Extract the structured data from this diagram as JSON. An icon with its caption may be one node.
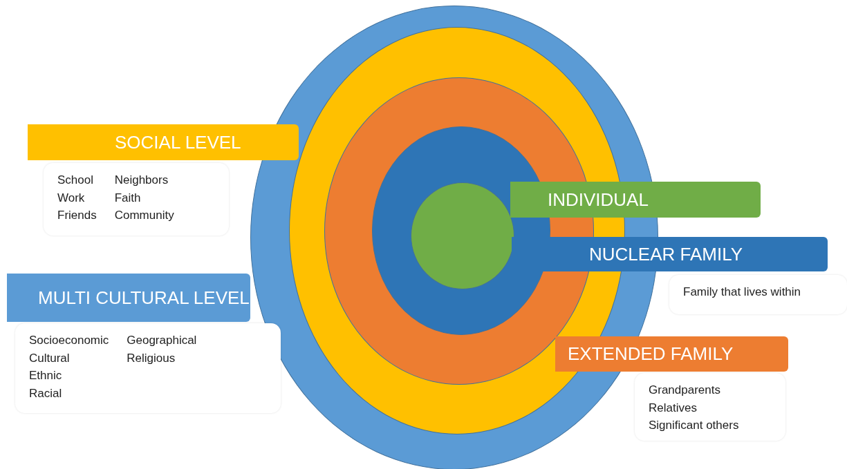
{
  "diagram": {
    "nodes": [
      {
        "text": [],
        "shape": "circle"
      },
      {
        "text": [],
        "shape": "circle",
        "in": 0
      },
      {
        "text": [],
        "shape": "circle",
        "in": 1
      },
      {
        "text": [],
        "shape": "circle",
        "in": 2
      },
      {
        "text": [],
        "shape": "circle",
        "in": 3
      },
      {
        "text": [
          "SOCIAL LEVEL"
        ]
      },
      {
        "text": [
          "School",
          "Work",
          "Friends",
          "Neighbors",
          "Faith",
          "Community"
        ]
      },
      {
        "text": [
          "INDIVIDUAL"
        ]
      },
      {
        "text": [
          "NUCLEAR FAMILY"
        ]
      },
      {
        "text": [
          "Family that lives within"
        ]
      },
      {
        "text": [
          "MULTI CULTURAL LEVEL"
        ]
      },
      {
        "text": [
          "Socioeconomic",
          "Cultural",
          "Ethnic",
          "Racial",
          "Geographical",
          "Religious"
        ]
      },
      {
        "text": [
          "EXTENDED FAMILY"
        ]
      },
      {
        "text": [
          "Grandparents",
          "Relatives",
          "Significant others"
        ]
      }
    ],
    "edges": []
  }
}
